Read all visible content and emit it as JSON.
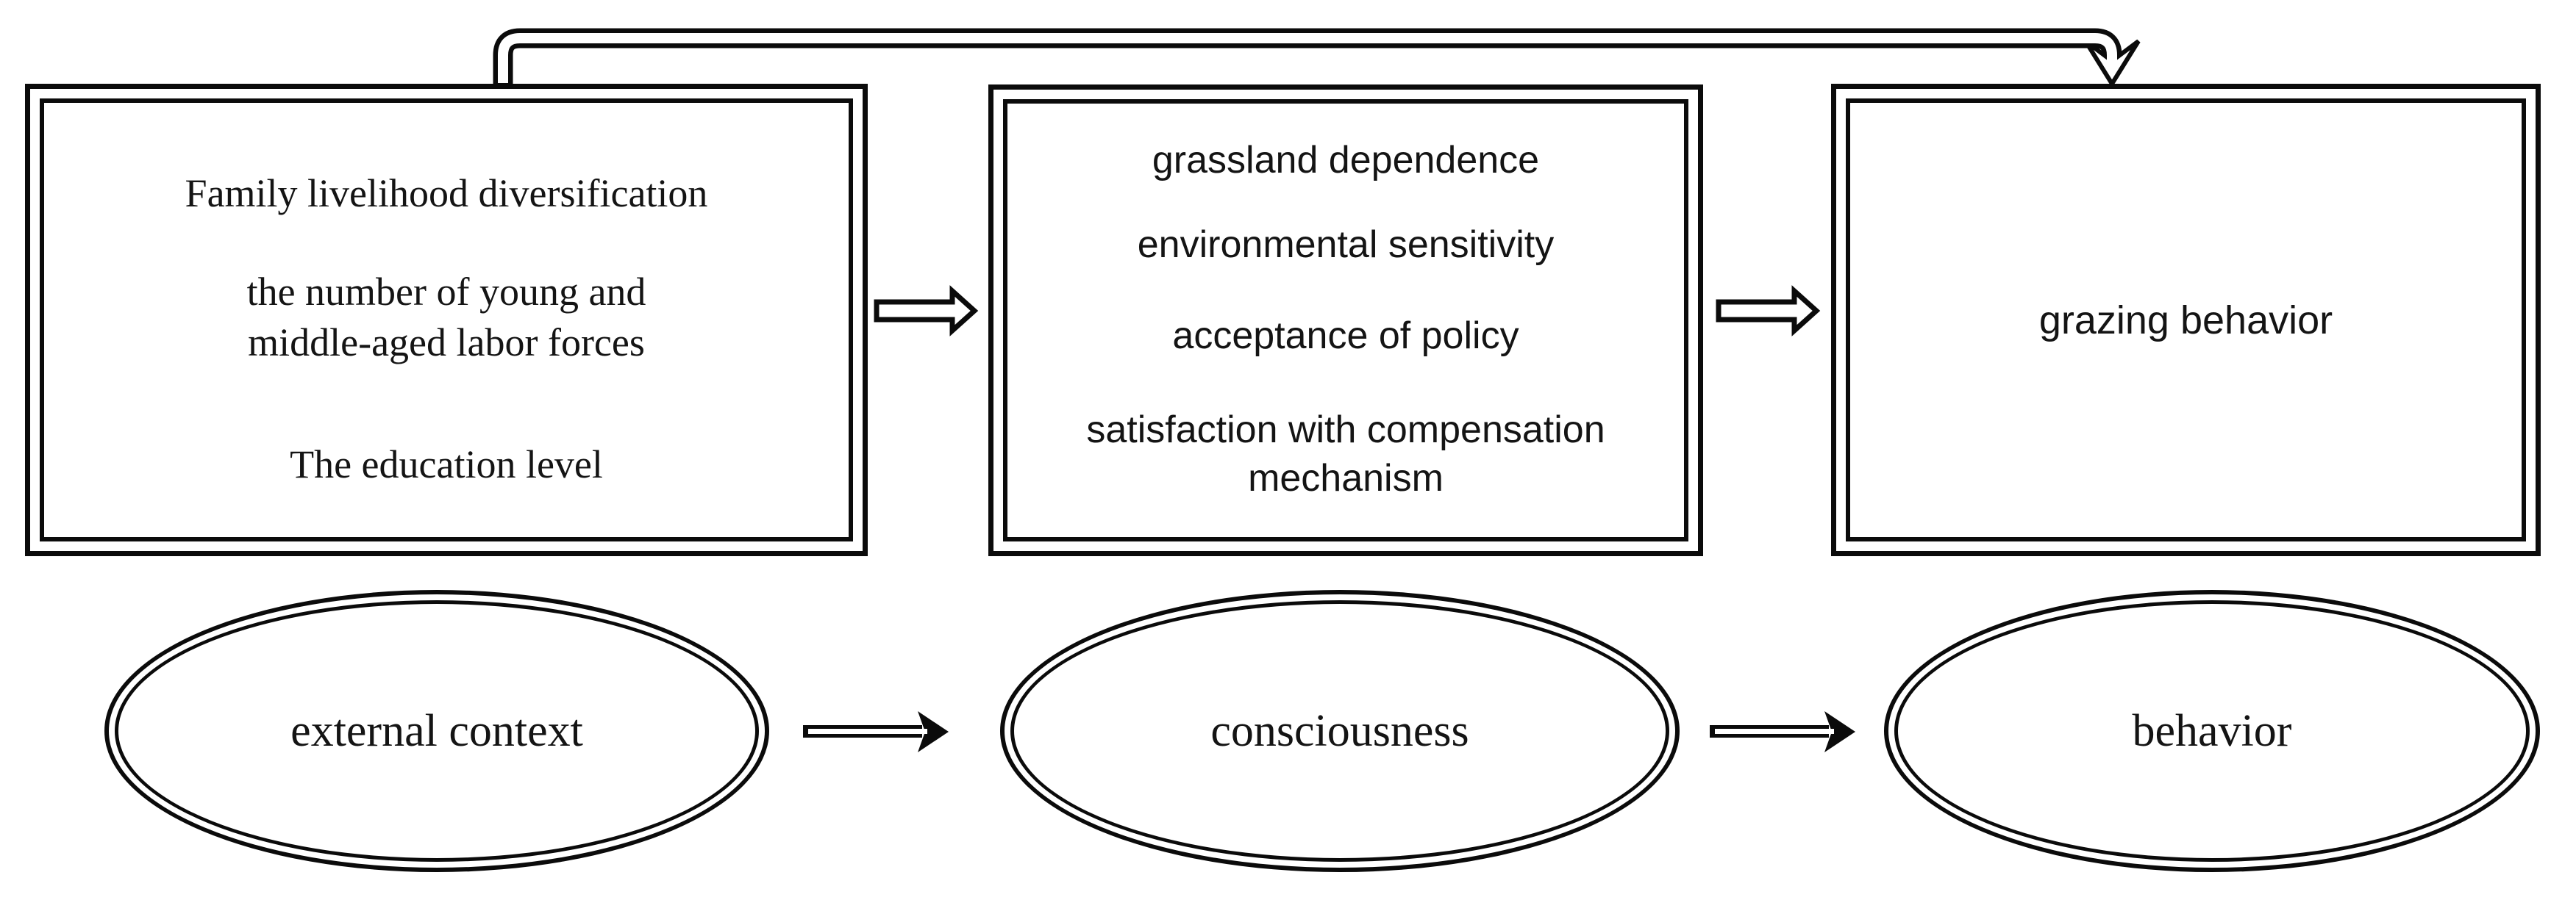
{
  "colors": {
    "line": "#0b0b0b",
    "text": "#141414",
    "background": "#ffffff"
  },
  "boxes": {
    "context": {
      "line1": "Family livelihood diversification",
      "line2a": "the number of young and",
      "line2b": "middle-aged labor forces",
      "line3": "The education level"
    },
    "consciousness": {
      "line1": "grassland dependence",
      "line2": "environmental sensitivity",
      "line3": "acceptance of policy",
      "line4a": "satisfaction with compensation",
      "line4b": "mechanism"
    },
    "behavior": {
      "line1": "grazing behavior"
    }
  },
  "ellipses": {
    "context": "external context",
    "consciousness": "consciousness",
    "behavior": "behavior"
  }
}
